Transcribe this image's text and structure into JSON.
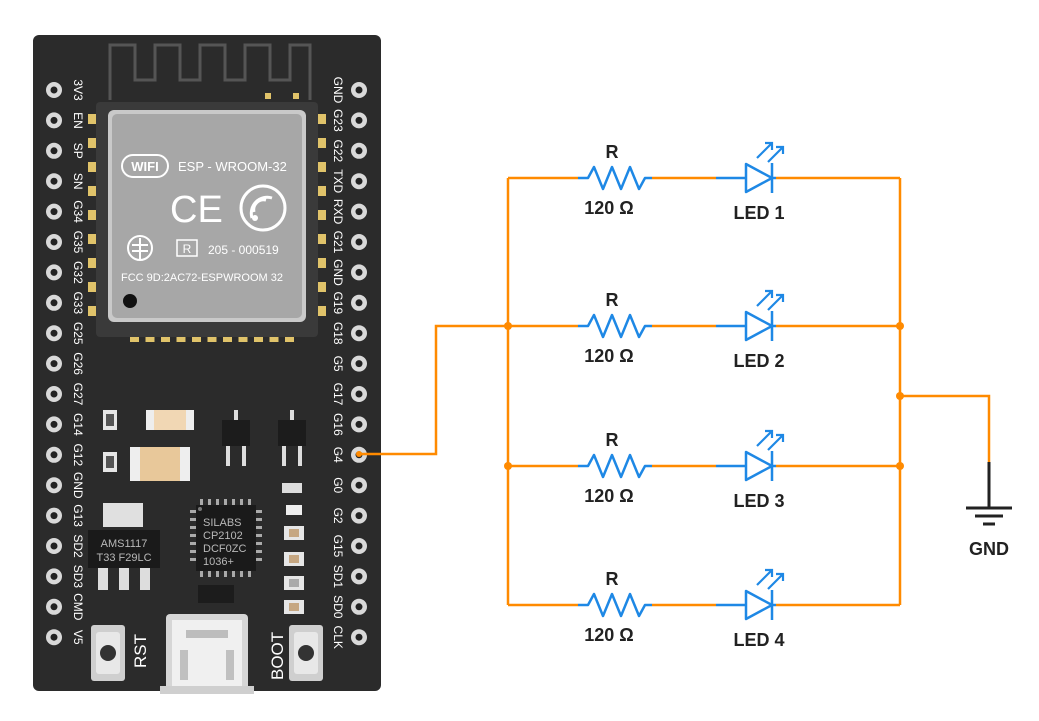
{
  "board": {
    "module_name": "ESP - WROOM-32",
    "wifi_logo": "WIFI",
    "ce_mark": "CE",
    "cert_r": "R",
    "cert_code": "205 - 000519",
    "fcc": "FCC 9D:2AC72-ESPWROOM 32",
    "regulator_line1": "AMS1117",
    "regulator_line2": "T33 F29LC",
    "usb_chip": [
      "SILABS",
      "CP2102",
      "DCF0ZC",
      "1036+"
    ],
    "rst_label": "RST",
    "boot_label": "BOOT",
    "left_pins": [
      "3V3",
      "EN",
      "SP",
      "SN",
      "G34",
      "G35",
      "G32",
      "G33",
      "G25",
      "G26",
      "G27",
      "G14",
      "G12",
      "GND",
      "G13",
      "SD2",
      "SD3",
      "CMD",
      "V5"
    ],
    "right_pins": [
      "GND",
      "G23",
      "G22",
      "TXD",
      "RXD",
      "G21",
      "GND",
      "G19",
      "G18",
      "G5",
      "G17",
      "G16",
      "G4",
      "G0",
      "G2",
      "G15",
      "SD1",
      "SD0",
      "CLK"
    ]
  },
  "circuit": {
    "wire_color": "#ff8a00",
    "component_color": "#1e88e5",
    "branches": [
      {
        "resistor_label": "R",
        "resistor_value": "120 Ω",
        "led_label": "LED 1"
      },
      {
        "resistor_label": "R",
        "resistor_value": "120 Ω",
        "led_label": "LED 2"
      },
      {
        "resistor_label": "R",
        "resistor_value": "120 Ω",
        "led_label": "LED 3"
      },
      {
        "resistor_label": "R",
        "resistor_value": "120 Ω",
        "led_label": "LED 4"
      }
    ],
    "ground_label": "GND"
  }
}
